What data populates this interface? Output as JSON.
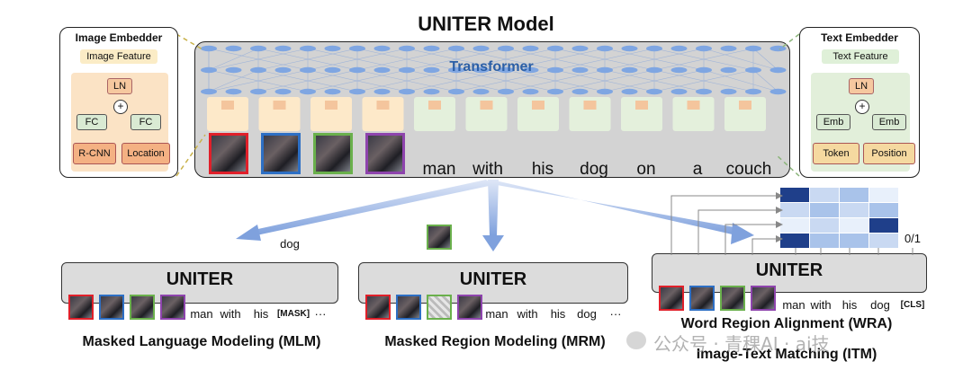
{
  "title": "UNITER Model",
  "transformer_label": "Transformer",
  "image_embedder": {
    "title": "Image Embedder",
    "feature": "Image Feature",
    "ln": "LN",
    "fc": "FC",
    "rcnn": "R-CNN",
    "location": "Location",
    "plus": "+"
  },
  "text_embedder": {
    "title": "Text Embedder",
    "feature": "Text Feature",
    "ln": "LN",
    "emb": "Emb",
    "token": "Token",
    "position": "Position",
    "plus": "+"
  },
  "words": [
    "man",
    "with",
    "his",
    "dog",
    "on",
    "a",
    "couch"
  ],
  "region_colors": [
    "#e0202a",
    "#2d6fc4",
    "#6ab04c",
    "#8e44ad"
  ],
  "mlm": {
    "uniter": "UNITER",
    "output": "dog",
    "tokens": [
      "man",
      "with",
      "his",
      "[MASK]",
      "···"
    ],
    "label": "Masked Language Modeling (MLM)"
  },
  "mrm": {
    "uniter": "UNITER",
    "tokens": [
      "man",
      "with",
      "his",
      "dog",
      "···"
    ],
    "label": "Masked Region Modeling (MRM)"
  },
  "wra": {
    "uniter": "UNITER",
    "tokens": [
      "man",
      "with",
      "his",
      "dog",
      "[CLS]"
    ],
    "score": "0/1",
    "label1": "Word Region Alignment (WRA)",
    "label2": "Image-Text Matching (ITM)"
  },
  "watermark": "公众号 · 青稞AI · ai技",
  "heatmap_colors": [
    "#1f3f8a",
    "#c9d9f2",
    "#a9c3ea",
    "#e8f0fb"
  ]
}
